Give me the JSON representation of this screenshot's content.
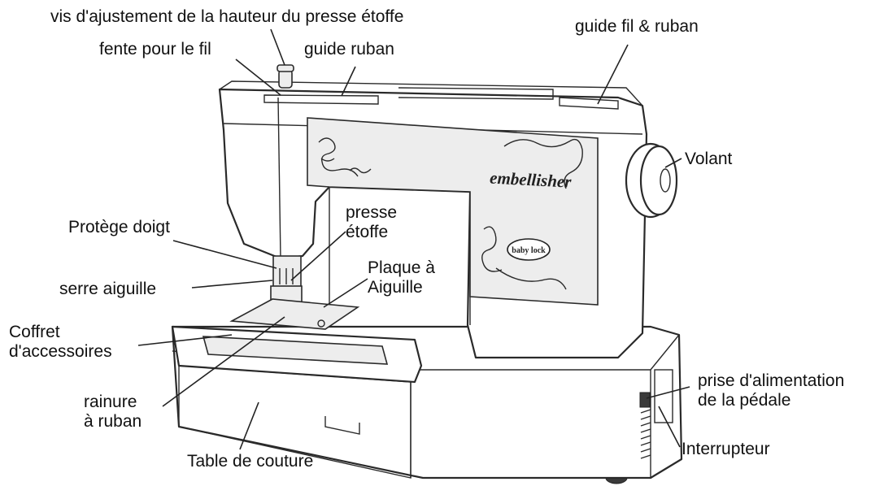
{
  "brand": {
    "model_name": "embellisher",
    "logo_text": "baby lock"
  },
  "labels": {
    "height_screw": "vis d'ajustement de la hauteur du presse étoffe",
    "thread_slot": "fente pour le fil",
    "ribbon_guide": "guide ruban",
    "thread_ribbon_guide": "guide fil & ruban",
    "handwheel": "Volant",
    "finger_guard": "Protège doigt",
    "presser_foot": "presse\nétoffe",
    "needle_plate": "Plaque à\nAiguille",
    "needle_clamp": "serre aiguille",
    "accessory_box": "Coffret\nd'accessoires",
    "ribbon_groove": "rainure\nà ruban",
    "sewing_table": "Table de couture",
    "pedal_socket": "prise d'alimentation\nde la pédale",
    "switch": "Interrupteur"
  }
}
